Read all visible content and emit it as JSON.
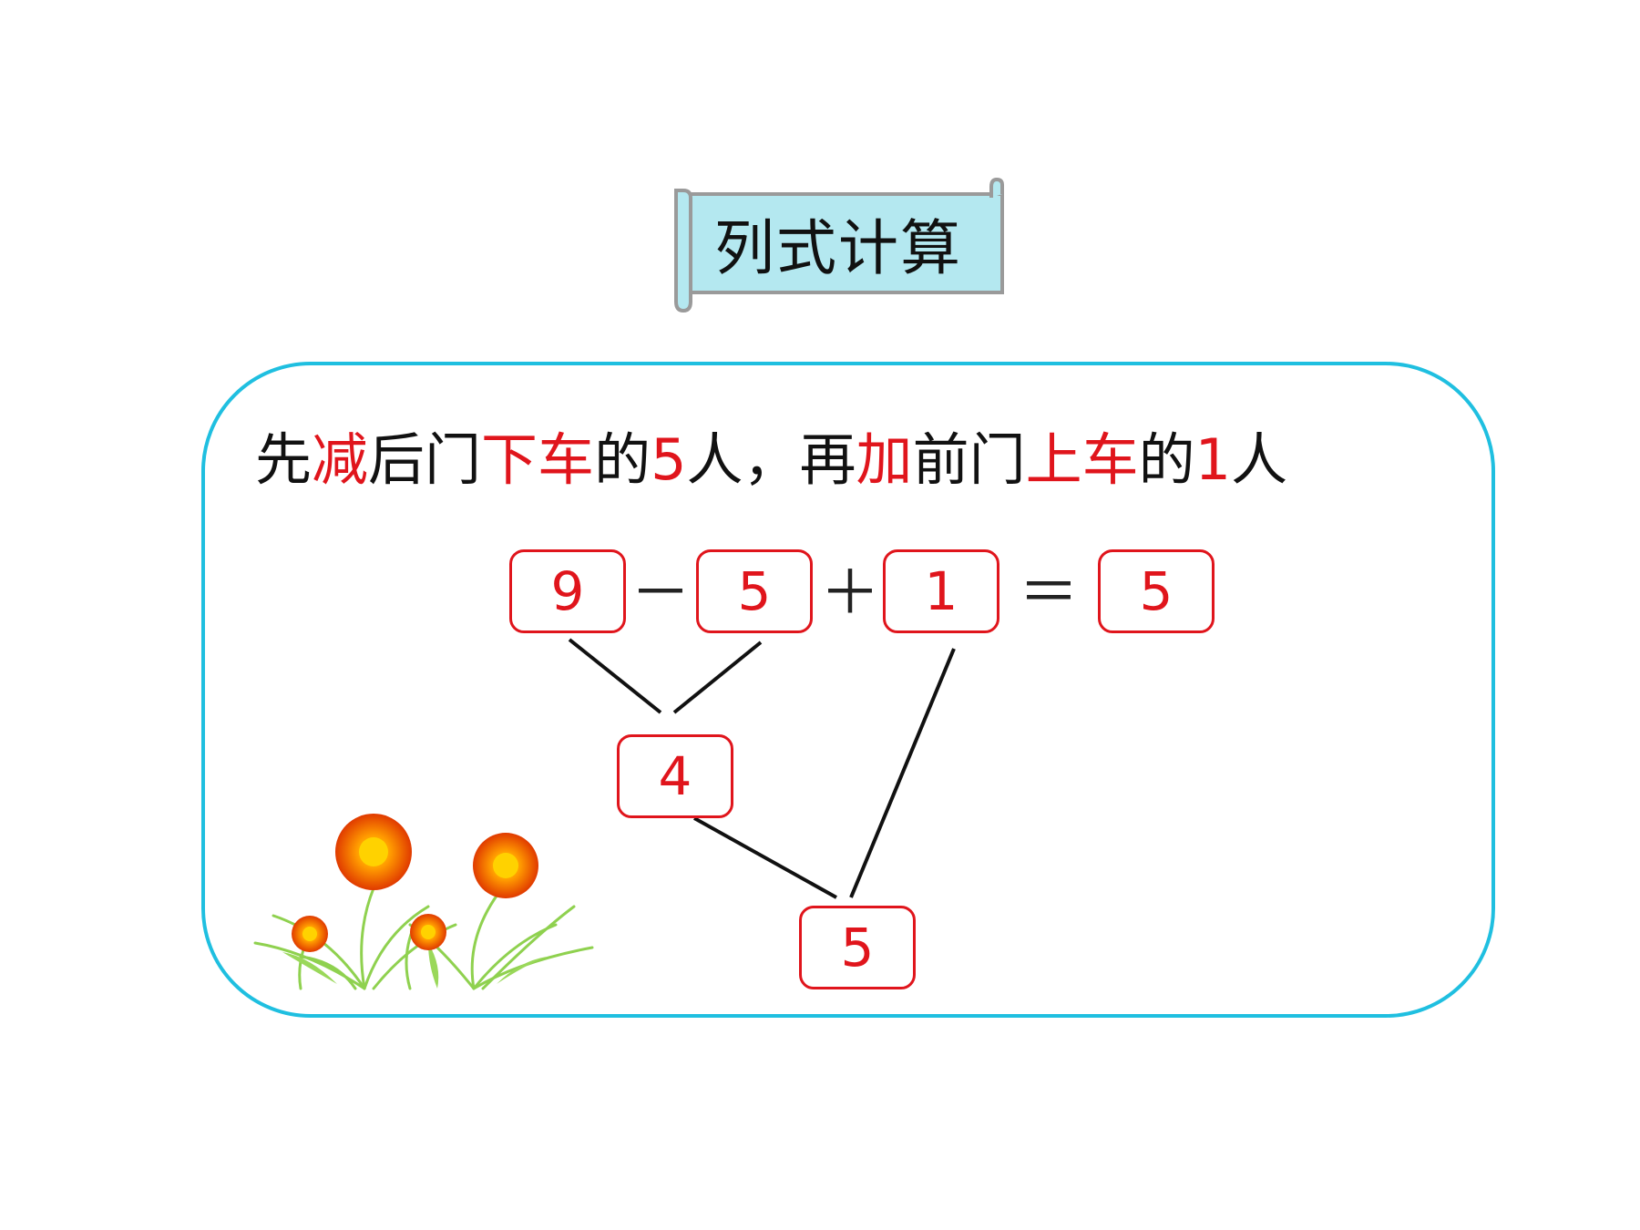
{
  "banner": {
    "title": "列式计算"
  },
  "sentence": {
    "parts": [
      {
        "text": "先",
        "red": false
      },
      {
        "text": "减",
        "red": true
      },
      {
        "text": "后门",
        "red": false
      },
      {
        "text": "下车",
        "red": true
      },
      {
        "text": "的",
        "red": false
      },
      {
        "text": "5",
        "red": true
      },
      {
        "text": "人，再",
        "red": false
      },
      {
        "text": "加",
        "red": true
      },
      {
        "text": "前门",
        "red": false
      },
      {
        "text": "上车",
        "red": true
      },
      {
        "text": "的",
        "red": false
      },
      {
        "text": "1",
        "red": true
      },
      {
        "text": "人",
        "red": false
      }
    ]
  },
  "equation": {
    "a": "9",
    "op1": "－",
    "b": "5",
    "op2": "＋",
    "c": "1",
    "eq": "＝",
    "result": "5"
  },
  "tree": {
    "step1_result": "4",
    "step2_result": "5"
  },
  "colors": {
    "accent_red": "#e0151c",
    "panel_border": "#1fbfe0",
    "banner_fill": "#b4e8f0",
    "banner_border": "#9a9a9a"
  }
}
